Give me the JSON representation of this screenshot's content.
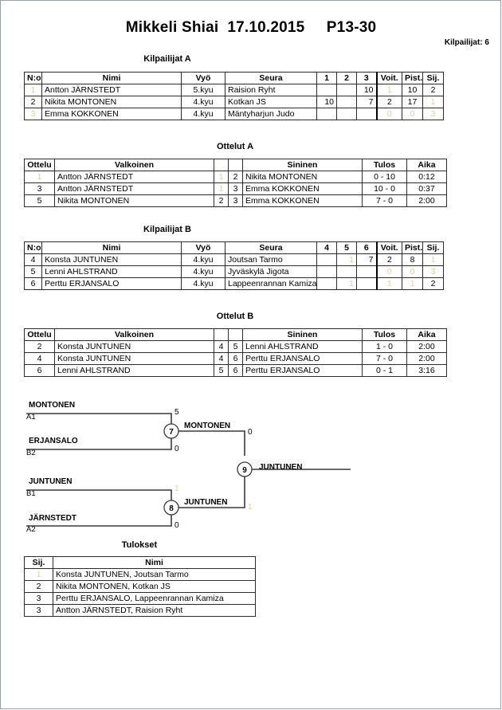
{
  "header": {
    "title": "Mikkeli Shiai  17.10.2015     P13-30",
    "entrant_count_label": "Kilpailijat: 6"
  },
  "pool_a": {
    "caption": "Kilpailijat A",
    "columns": [
      "N:o",
      "Nimi",
      "Vyö",
      "Seura",
      "1",
      "2",
      "3",
      "Voit.",
      "Pist.",
      "Sij."
    ],
    "rows": [
      {
        "no": "1",
        "no_faint": true,
        "name": "Antton JÄRNSTEDT",
        "belt": "5.kyu",
        "club": "Raision Ryht",
        "m1": "",
        "m2": "",
        "m3": "10",
        "wins": "1",
        "wins_faint": true,
        "points": "10",
        "rank": "2",
        "rank_faint": false
      },
      {
        "no": "2",
        "no_faint": false,
        "name": "Nikita MONTONEN",
        "belt": "4.kyu",
        "club": "Kotkan JS",
        "m1": "10",
        "m2": "",
        "m3": "7",
        "wins": "2",
        "wins_faint": false,
        "points": "17",
        "rank": "1",
        "rank_faint": true
      },
      {
        "no": "3",
        "no_faint": true,
        "name": "Emma KOKKONEN",
        "belt": "4.kyu",
        "club": "Mäntyharjun Judo",
        "m1": "",
        "m2": "",
        "m3": "",
        "wins": "0",
        "wins_faint": true,
        "points": "0",
        "rank": "3",
        "rank_faint": true
      }
    ]
  },
  "matches_a": {
    "caption": "Ottelut A",
    "columns": [
      "Ottelu",
      "Valkoinen",
      "",
      "",
      "Sininen",
      "Tulos",
      "Aika"
    ],
    "rows": [
      {
        "match": "1",
        "match_faint": true,
        "white": "Antton JÄRNSTEDT",
        "white_no": "1",
        "white_no_faint": true,
        "blue_no": "2",
        "blue": "Nikita MONTONEN",
        "result": "0 - 10",
        "time": "0:12"
      },
      {
        "match": "3",
        "match_faint": false,
        "white": "Antton JÄRNSTEDT",
        "white_no": "1",
        "white_no_faint": true,
        "blue_no": "3",
        "blue": "Emma KOKKONEN",
        "result": "10 - 0",
        "time": "0:37"
      },
      {
        "match": "5",
        "match_faint": false,
        "white": "Nikita MONTONEN",
        "white_no": "2",
        "white_no_faint": false,
        "blue_no": "3",
        "blue": "Emma KOKKONEN",
        "result": "7 - 0",
        "time": "2:00"
      }
    ]
  },
  "pool_b": {
    "caption": "Kilpailijat B",
    "columns": [
      "N:o",
      "Nimi",
      "Vyö",
      "Seura",
      "4",
      "5",
      "6",
      "Voit.",
      "Pist.",
      "Sij."
    ],
    "rows": [
      {
        "no": "4",
        "no_faint": false,
        "name": "Konsta JUNTUNEN",
        "belt": "4.kyu",
        "club": "Joutsan Tarmo",
        "m4": "",
        "m5": "1",
        "m5_faint": true,
        "m6": "7",
        "m6_faint": false,
        "wins": "2",
        "wins_faint": false,
        "points": "8",
        "points_faint": false,
        "rank": "1",
        "rank_faint": true
      },
      {
        "no": "5",
        "no_faint": false,
        "name": "Lenni AHLSTRAND",
        "belt": "4.kyu",
        "club": "Jyväskylä Jigota",
        "m4": "",
        "m5": "",
        "m5_faint": false,
        "m6": "",
        "m6_faint": false,
        "wins": "0",
        "wins_faint": true,
        "points": "0",
        "points_faint": true,
        "rank": "3",
        "rank_faint": true
      },
      {
        "no": "6",
        "no_faint": false,
        "name": "Perttu ERJANSALO",
        "belt": "4.kyu",
        "club": "Lappeenrannan Kamiza",
        "m4": "",
        "m5": "1",
        "m5_faint": true,
        "m6": "",
        "m6_faint": false,
        "wins": "1",
        "wins_faint": true,
        "points": "1",
        "points_faint": true,
        "rank": "2",
        "rank_faint": false
      }
    ]
  },
  "matches_b": {
    "caption": "Ottelut B",
    "columns": [
      "Ottelu",
      "Valkoinen",
      "",
      "",
      "Sininen",
      "Tulos",
      "Aika"
    ],
    "rows": [
      {
        "match": "2",
        "white": "Konsta JUNTUNEN",
        "white_no": "4",
        "blue_no": "5",
        "blue": "Lenni AHLSTRAND",
        "result": "1 - 0",
        "result_faint": false,
        "time": "2:00"
      },
      {
        "match": "4",
        "white": "Konsta JUNTUNEN",
        "white_no": "4",
        "blue_no": "6",
        "blue": "Perttu ERJANSALO",
        "result": "7 - 0",
        "result_faint": false,
        "time": "2:00"
      },
      {
        "match": "6",
        "white": "Lenni AHLSTRAND",
        "white_no": "5",
        "blue_no": "6",
        "blue": "Perttu ERJANSALO",
        "result": "0 - 1",
        "result_faint": true,
        "time": "3:16"
      }
    ]
  },
  "bracket": {
    "seeds": [
      {
        "name": "MONTONEN",
        "seed": "A1"
      },
      {
        "name": "ERJANSALO",
        "seed": "B2"
      },
      {
        "name": "JUNTUNEN",
        "seed": "B1"
      },
      {
        "name": "JÄRNSTEDT",
        "seed": "A2"
      }
    ],
    "semifinal_top": {
      "number": "7",
      "winner": "MONTONEN",
      "top_score": "5",
      "bottom_score": "0"
    },
    "semifinal_bottom": {
      "number": "8",
      "winner": "JUNTUNEN",
      "top_score": "1",
      "bottom_score": "0"
    },
    "final": {
      "number": "9",
      "winner": "JUNTUNEN",
      "top_score": "0",
      "bottom_score": "1"
    }
  },
  "results": {
    "caption": "Tulokset",
    "columns": [
      "Sij.",
      "Nimi"
    ],
    "rows": [
      {
        "rank": "1",
        "rank_faint": true,
        "name": "Konsta JUNTUNEN, Joutsan Tarmo"
      },
      {
        "rank": "2",
        "rank_faint": false,
        "name": "Nikita MONTONEN, Kotkan JS"
      },
      {
        "rank": "3",
        "rank_faint": false,
        "name": "Perttu ERJANSALO, Lappeenrannan Kamiza"
      },
      {
        "rank": "3",
        "rank_faint": false,
        "name": "Antton JÄRNSTEDT, Raision Ryht"
      }
    ]
  }
}
